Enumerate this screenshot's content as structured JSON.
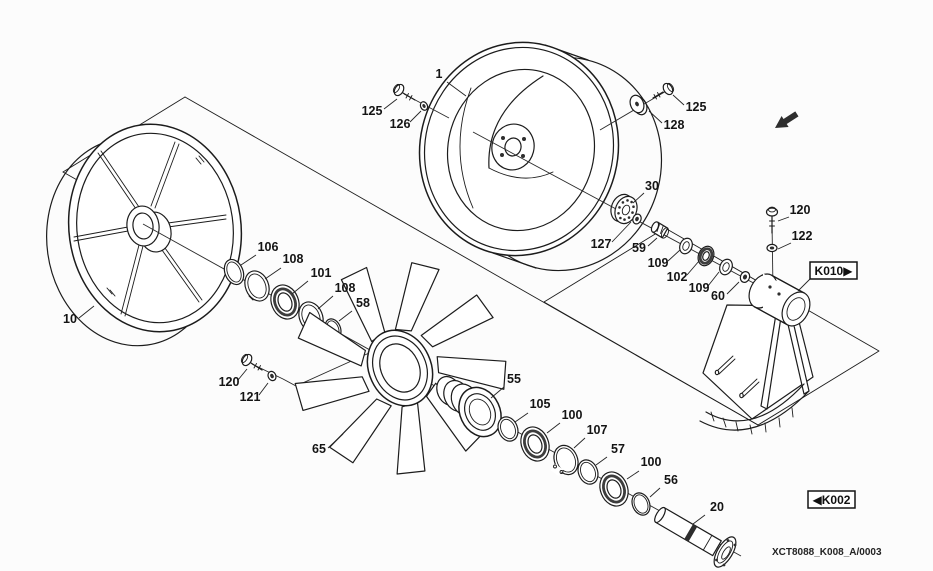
{
  "page": {
    "background": "#fcfcfc",
    "ink": "#1c1c1c"
  },
  "drawing": {
    "code": "XCT8088_K008_A/0003",
    "refs": {
      "next": "K010▶",
      "prev": "◀K002"
    },
    "callouts": {
      "shroud": "1",
      "wheel": "10",
      "shaft": "20",
      "flange": "30",
      "hub55": "55",
      "oring56": "56",
      "washer57": "57",
      "oring58": "58",
      "bushing59": "59",
      "washer60": "60",
      "fan": "65",
      "bearing100a": "100",
      "bearing100b": "100",
      "bearing101": "101",
      "ring102": "102",
      "washer105": "105",
      "washer106": "106",
      "circlip107": "107",
      "ring108a": "108",
      "ring108b": "108",
      "ring109a": "109",
      "ring109b": "109",
      "bolt120a": "120",
      "bolt120b": "120",
      "washer121": "121",
      "washer122": "122",
      "bolt125a": "125",
      "bolt125b": "125",
      "washer126": "126",
      "washer127": "127",
      "washer128": "128"
    }
  }
}
